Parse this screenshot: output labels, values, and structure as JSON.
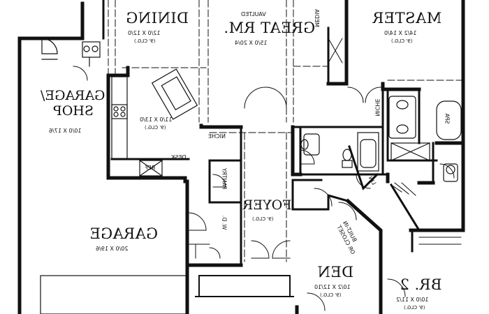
{
  "rooms": {
    "dining": {
      "name": "DINING",
      "size": "12/0 X 12/0",
      "ceiling": "(9' CLG.)"
    },
    "great_room": {
      "note": "VAULTED",
      "name": "GREAT RM.",
      "size": "15/0 X 20/4"
    },
    "master": {
      "name": "MASTER",
      "size": "14/2 X 14/0",
      "ceiling": "(9' CLG.)"
    },
    "kitchen": {
      "size": "11/0 X 13/0",
      "ceiling": "(9' CLG.)"
    },
    "garage_shop": {
      "name_line1": "GARAGE/",
      "name_line2": "SHOP",
      "size": "10/0 X 17/6"
    },
    "garage": {
      "name": "GARAGE",
      "size": "20/0 X 19/6"
    },
    "foyer": {
      "name": "FOYER",
      "ceiling": "(9' CLG.)"
    },
    "den": {
      "name": "DEN",
      "size": "10/2 X 12/10",
      "ceiling": "(9' CLG.)"
    },
    "br2": {
      "name": "BR. 2",
      "size": "10/0 X 11/2",
      "ceiling": "(9' CLG.)"
    }
  },
  "fixtures": {
    "media": "MEDIA",
    "niche_top": "NICHE",
    "niche_bath": "NICHE",
    "desk": "DESK",
    "ref": "REF",
    "pantry": "PANTRY",
    "wd": "W.  D.",
    "spa": "SPA",
    "lin": "LIN",
    "built_in_1": "BUILT-IN",
    "built_in_2": "OR CLOSET"
  }
}
